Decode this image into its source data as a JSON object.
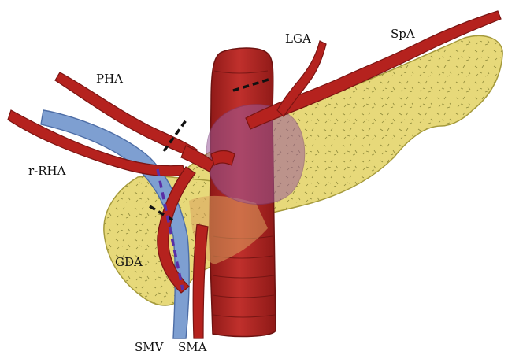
{
  "labels": {
    "pha": "PHA",
    "lga": "LGA",
    "spa": "SpA",
    "rrha": "r-RHA",
    "gda": "GDA",
    "smv": "SMV",
    "sma": "SMA"
  },
  "colors": {
    "artery": "#b5221e",
    "artery_dark": "#7a1412",
    "aorta": "#b02320",
    "vein": "#7e9fd1",
    "pancreas": "#e7d97a",
    "pancreas_edge": "#a59a3c",
    "tumor": "#9a5a9a",
    "overlap": "#dba35f",
    "transection": "#111111",
    "resection_line": "#5a2ea6"
  }
}
